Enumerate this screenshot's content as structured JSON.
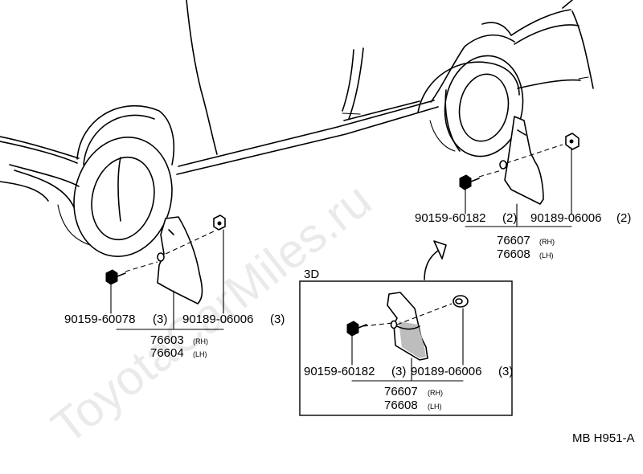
{
  "watermark": "ToyotaCarMiles.ru",
  "inset_label": "3D",
  "figure_code": "MB H951-A",
  "rear": {
    "bolt": "90159-60182",
    "bolt_qty": "(2)",
    "clip": "90189-06006",
    "clip_qty": "(2)",
    "part_rh": "76607",
    "side_rh": "(RH)",
    "part_lh": "76608",
    "side_lh": "(LH)"
  },
  "front": {
    "bolt": "90159-60078",
    "bolt_qty": "(3)",
    "clip": "90189-06006",
    "clip_qty": "(3)",
    "part_rh": "76603",
    "side_rh": "(RH)",
    "part_lh": "76604",
    "side_lh": "(LH)"
  },
  "detail": {
    "bolt": "90159-60182",
    "bolt_qty": "(3)",
    "clip": "90189-06006",
    "clip_qty": "(3)",
    "part_rh": "76607",
    "side_rh": "(RH)",
    "part_lh": "76608",
    "side_lh": "(LH)"
  }
}
